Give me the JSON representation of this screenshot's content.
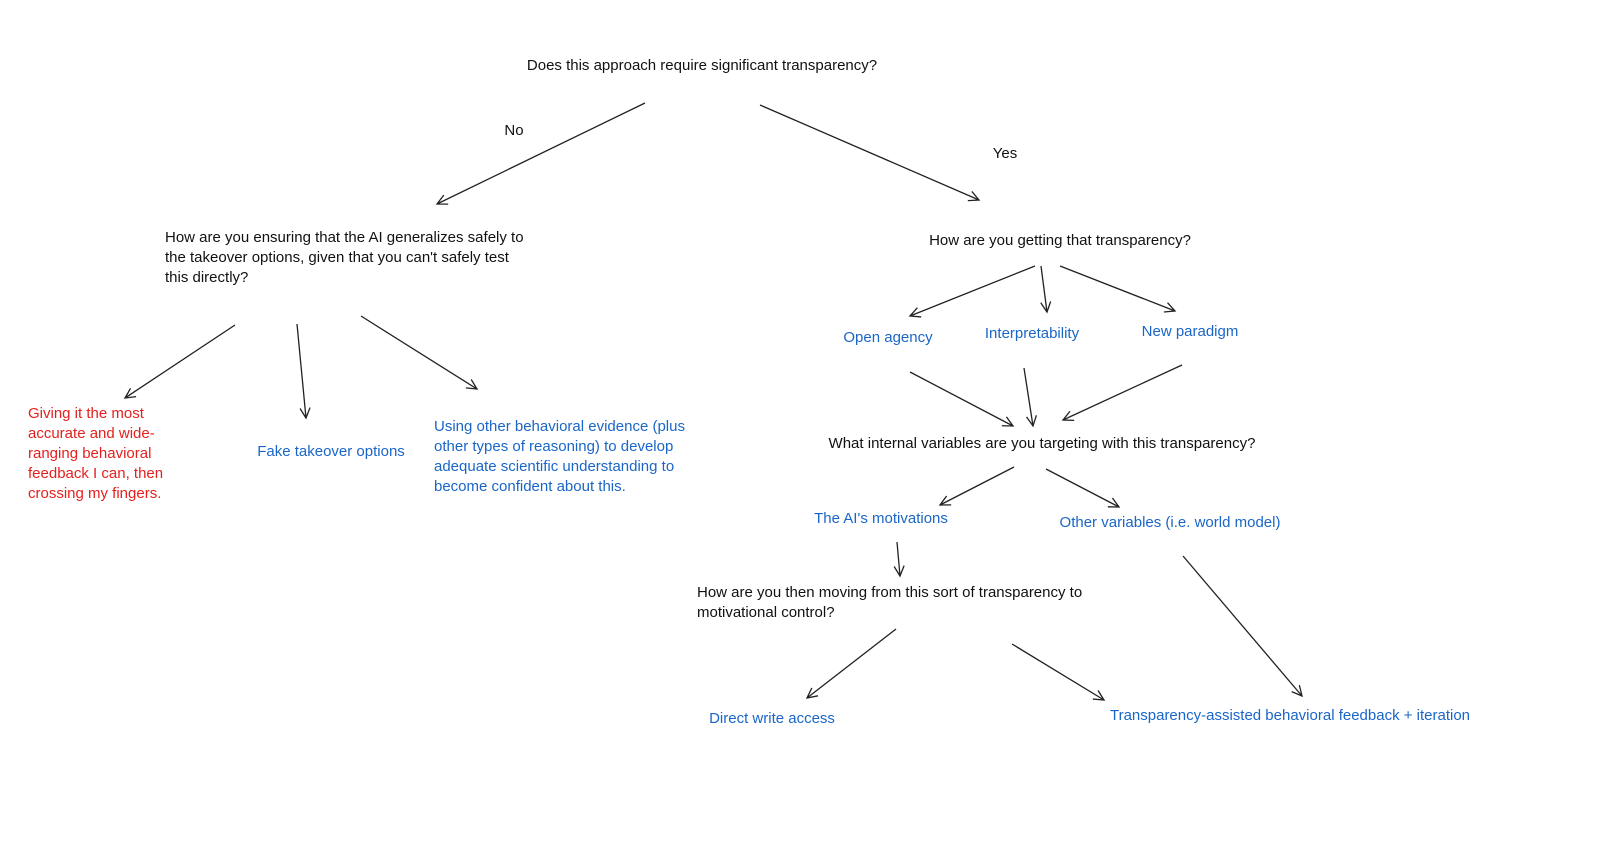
{
  "diagram": {
    "root_question": "Does this approach require significant transparency?",
    "branch_labels": {
      "no": "No",
      "yes": "Yes"
    },
    "no_branch": {
      "question_lines": [
        "How are you ensuring that the AI generalizes safely to",
        "the takeover options, given that you can't safely test",
        "this directly?"
      ],
      "options": {
        "behavioral_feedback_lines": [
          "Giving it the most",
          "accurate and wide-",
          "ranging behavioral",
          "feedback I can, then",
          "crossing my fingers."
        ],
        "fake_takeover": "Fake takeover options",
        "other_evidence_lines": [
          "Using other behavioral evidence (plus",
          "other types of reasoning) to develop",
          "adequate scientific understanding to",
          "become confident about this."
        ]
      }
    },
    "yes_branch": {
      "question": "How are you getting that transparency?",
      "transparency_sources": [
        "Open agency",
        "Interpretability",
        "New paradigm"
      ],
      "internal_variables_question": "What internal variables are you targeting with this transparency?",
      "variables": {
        "motivations": "The AI's motivations",
        "other": "Other variables (i.e. world model)"
      },
      "motivational_control_question_lines": [
        "How are you then moving from this sort of transparency to",
        "motivational control?"
      ],
      "control_methods": {
        "direct_write": "Direct write access",
        "assisted_feedback": "Transparency-assisted behavioral feedback + iteration"
      }
    },
    "colors": {
      "text": "#111111",
      "arrow": "#212121",
      "option_blue": "#1a66c8",
      "warning_red": "#e4201e",
      "background": "#ffffff"
    }
  }
}
